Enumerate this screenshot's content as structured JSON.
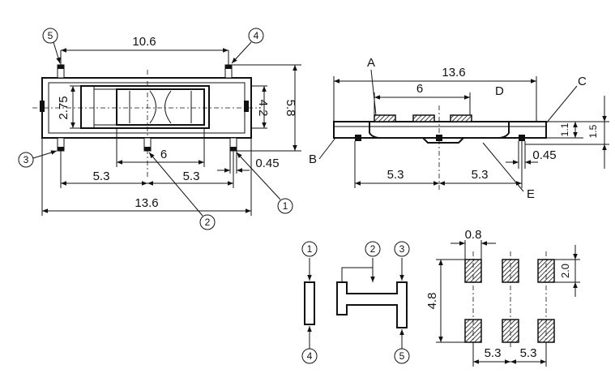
{
  "top_view": {
    "dim_length_top": "10.6",
    "dim_height_inner": "2.75",
    "dim_height_mid": "4.2",
    "dim_height_total": "5.8",
    "dim_pitch_left": "5.3",
    "dim_pitch_right": "5.3",
    "dim_center": "6",
    "dim_pin_width": "0.45",
    "dim_length_total": "13.6",
    "pin_labels": [
      "1",
      "2",
      "3",
      "4",
      "5"
    ]
  },
  "side_view": {
    "dim_length_total": "13.6",
    "dim_center": "6",
    "dim_pitch_left": "5.3",
    "dim_pitch_right": "5.3",
    "dim_pin_width": "0.45",
    "dim_thickness": "1.1",
    "dim_height": "1.5",
    "callouts": [
      "A",
      "B",
      "C",
      "D",
      "E"
    ]
  },
  "schematic": {
    "pin_labels": [
      "1",
      "2",
      "3",
      "4",
      "5"
    ]
  },
  "footprint": {
    "dim_pad_width": "0.8",
    "dim_pad_height": "2.0",
    "dim_row_spacing": "4.8",
    "dim_pitch_left": "5.3",
    "dim_pitch_right": "5.3"
  }
}
